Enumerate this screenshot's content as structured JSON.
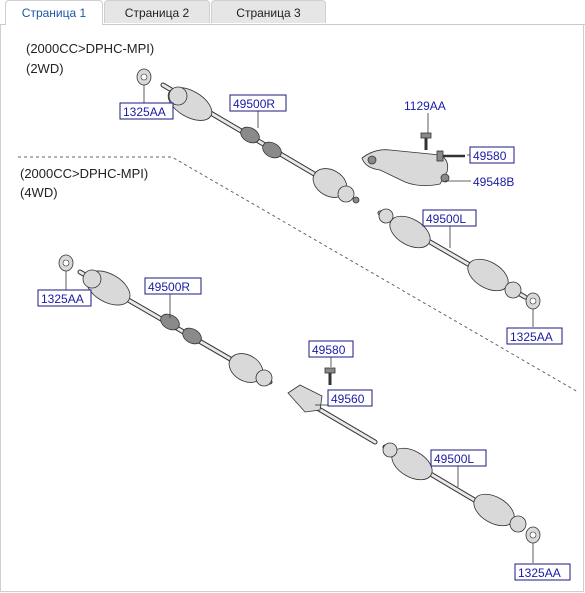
{
  "tabs": [
    {
      "label": "Страница 1",
      "active": true
    },
    {
      "label": "Страница 2",
      "active": false
    },
    {
      "label": "Страница 3",
      "active": false
    }
  ],
  "groups": {
    "g2wd": {
      "line1": "(2000CC>DPHC-MPI)",
      "line2": "(2WD)"
    },
    "g4wd": {
      "line1": "(2000CC>DPHC-MPI)",
      "line2": "(4WD)"
    }
  },
  "parts": {
    "p1": "1325AA",
    "p2": "49500R",
    "p3": "1129AA",
    "p4": "49580",
    "p5": "49548B",
    "p6": "49500L",
    "p7": "1325AA",
    "p8": "1325AA",
    "p9": "49500R",
    "p10": "49580",
    "p11": "49560",
    "p12": "49500L",
    "p13": "1325AA"
  },
  "colors": {
    "label": "#1a1aa6",
    "active_tab": "#1a56a8"
  }
}
